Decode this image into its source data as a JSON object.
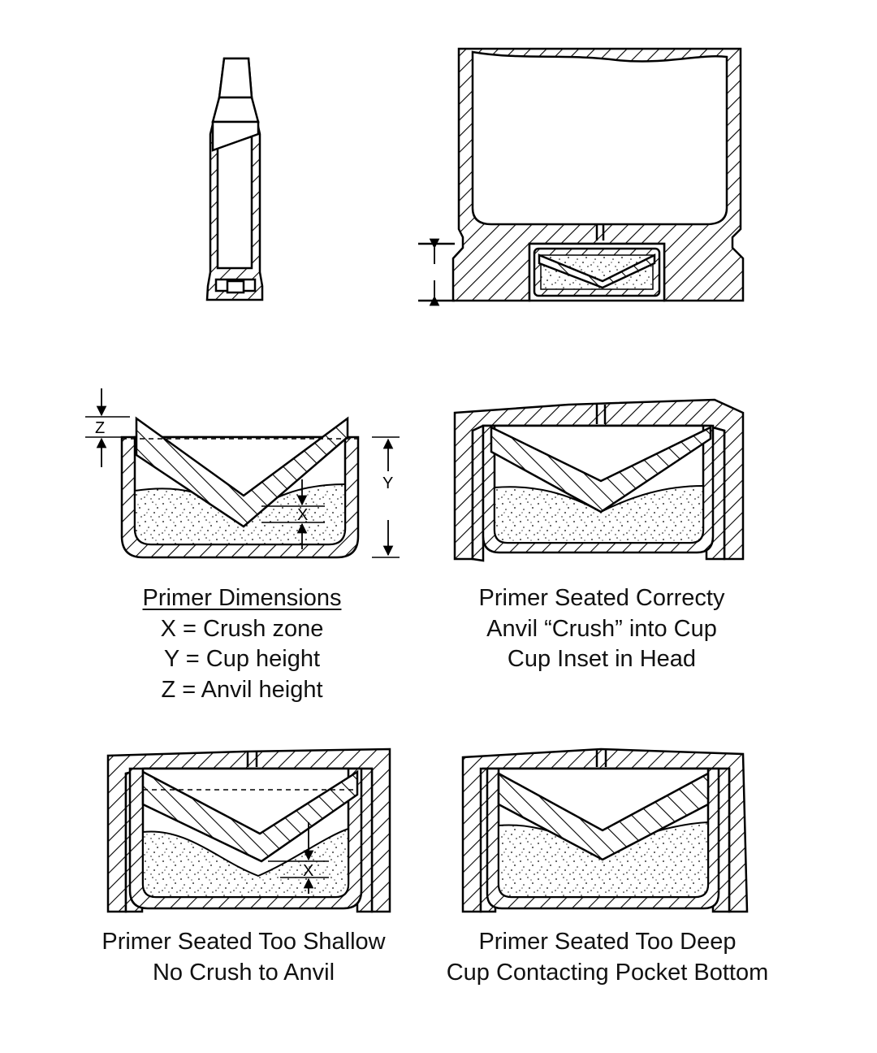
{
  "dimension_labels": {
    "z": "Z",
    "y": "Y",
    "x": "X"
  },
  "captions": {
    "primer_dimensions": {
      "title": "Primer Dimensions",
      "lines": [
        "X = Crush zone",
        "Y = Cup height",
        "Z = Anvil height"
      ]
    },
    "seated_correctly": {
      "lines": [
        "Primer Seated Correcty",
        "Anvil “Crush” into Cup",
        "Cup Inset in Head"
      ]
    },
    "too_shallow": {
      "lines": [
        "Primer Seated Too Shallow",
        "No Crush to Anvil"
      ]
    },
    "too_deep": {
      "lines": [
        "Primer Seated Too Deep",
        "Cup Contacting Pocket Bottom"
      ]
    }
  }
}
